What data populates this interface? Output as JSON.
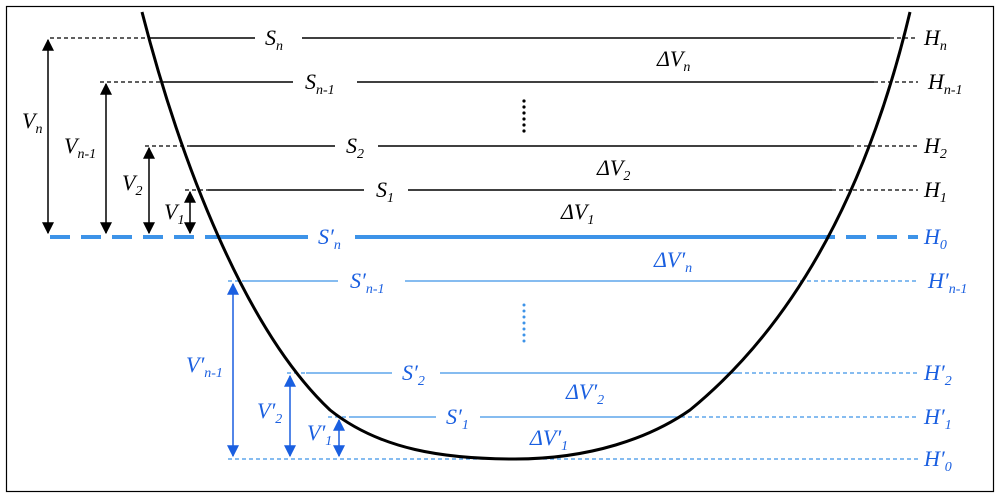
{
  "colors": {
    "black": "#000000",
    "blue": "#1a5fe0",
    "light_blue": "#3d93e8"
  },
  "levels": {
    "Hn": {
      "H": "H",
      "H_sub": "n",
      "S": "S",
      "S_sub": "n"
    },
    "Hn1": {
      "H": "H",
      "H_sub": "n-1",
      "S": "S",
      "S_sub": "n-1"
    },
    "H2": {
      "H": "H",
      "H_sub": "2",
      "S": "S",
      "S_sub": "2"
    },
    "H1": {
      "H": "H",
      "H_sub": "1",
      "S": "S",
      "S_sub": "1"
    },
    "H0": {
      "H": "H",
      "H_sub": "0",
      "S": "S′",
      "S_sub": "n"
    },
    "Hpn1": {
      "H": "H′",
      "H_sub": "n-1",
      "S": "S′",
      "S_sub": "n-1"
    },
    "Hp2": {
      "H": "H′",
      "H_sub": "2",
      "S": "S′",
      "S_sub": "2"
    },
    "Hp1": {
      "H": "H′",
      "H_sub": "1",
      "S": "S′",
      "S_sub": "1"
    },
    "Hp0": {
      "H": "H′",
      "H_sub": "0"
    }
  },
  "delta_volumes": {
    "dVn": {
      "main": "ΔV",
      "sub": "n"
    },
    "dV2": {
      "main": "ΔV",
      "sub": "2"
    },
    "dV1": {
      "main": "ΔV",
      "sub": "1"
    },
    "dVpn": {
      "main": "ΔV′",
      "sub": "n"
    },
    "dVp2": {
      "main": "ΔV′",
      "sub": "2"
    },
    "dVp1": {
      "main": "ΔV′",
      "sub": "1"
    }
  },
  "volumes": {
    "Vn": {
      "main": "V",
      "sub": "n"
    },
    "Vn1": {
      "main": "V",
      "sub": "n-1"
    },
    "V2": {
      "main": "V",
      "sub": "2"
    },
    "V1": {
      "main": "V",
      "sub": "1"
    },
    "Vpn1": {
      "main": "V′",
      "sub": "n-1"
    },
    "Vp2": {
      "main": "V′",
      "sub": "2"
    },
    "Vp1": {
      "main": "V′",
      "sub": "1"
    }
  }
}
